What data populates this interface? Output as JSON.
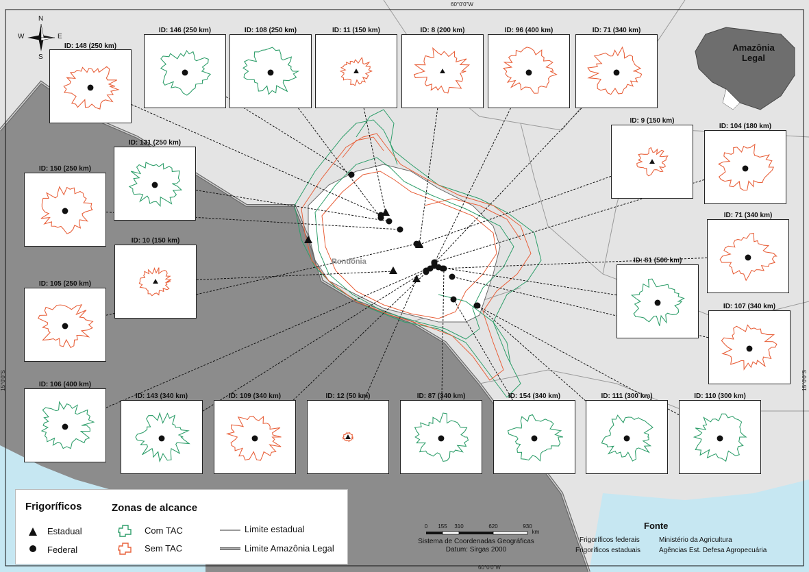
{
  "coordinates": {
    "top": "60°0'0\"W",
    "bottom": "60°0'0\"W",
    "left": "15°0'0\"S",
    "right": "15°0'0\"S"
  },
  "compass": {
    "n": "N",
    "s": "S",
    "e": "E",
    "w": "W"
  },
  "overview": {
    "label": "Amazônia Legal"
  },
  "state_label": "Rondônia",
  "colors": {
    "com_tac": "#2e9e6a",
    "sem_tac": "#e8603a",
    "outside_gray": "#8c8c8c",
    "neighbor_gray": "#b8b8b8",
    "land_light": "#e4e4e4",
    "water": "#c6e7f2"
  },
  "insets": [
    {
      "label": "ID: 148 (250 km)",
      "tac": "sem",
      "facility": "federal"
    },
    {
      "label": "ID: 146 (250 km)",
      "tac": "com",
      "facility": "federal"
    },
    {
      "label": "ID: 108 (250 km)",
      "tac": "com",
      "facility": "federal"
    },
    {
      "label": "ID: 11 (150 km)",
      "tac": "sem",
      "facility": "estadual"
    },
    {
      "label": "ID: 8 (200 km)",
      "tac": "sem",
      "facility": "estadual"
    },
    {
      "label": "ID: 96 (400 km)",
      "tac": "sem",
      "facility": "federal"
    },
    {
      "label": "ID: 71 (340 km)",
      "tac": "sem",
      "facility": "federal"
    },
    {
      "label": "ID: 131 (250 km)",
      "tac": "com",
      "facility": "federal"
    },
    {
      "label": "ID: 150 (250 km)",
      "tac": "sem",
      "facility": "federal"
    },
    {
      "label": "ID: 10 (150 km)",
      "tac": "sem",
      "facility": "estadual"
    },
    {
      "label": "ID: 105 (250 km)",
      "tac": "sem",
      "facility": "federal"
    },
    {
      "label": "ID: 106 (400 km)",
      "tac": "com",
      "facility": "federal"
    },
    {
      "label": "ID: 143 (340 km)",
      "tac": "com",
      "facility": "federal"
    },
    {
      "label": "ID: 109 (340 km)",
      "tac": "sem",
      "facility": "federal"
    },
    {
      "label": "ID: 12 (50 km)",
      "tac": "sem",
      "facility": "estadual"
    },
    {
      "label": "ID: 87 (340 km)",
      "tac": "com",
      "facility": "federal"
    },
    {
      "label": "ID: 154 (340 km)",
      "tac": "com",
      "facility": "federal"
    },
    {
      "label": "ID: 111 (300 km)",
      "tac": "com",
      "facility": "federal"
    },
    {
      "label": "ID: 110 (300 km)",
      "tac": "com",
      "facility": "federal"
    },
    {
      "label": "ID: 9 (150 km)",
      "tac": "sem",
      "facility": "estadual"
    },
    {
      "label": "ID: 104 (180 km)",
      "tac": "sem",
      "facility": "federal"
    },
    {
      "label": "ID: 71 (340 km)",
      "tac": "sem",
      "facility": "federal"
    },
    {
      "label": "ID: 81 (500 km)",
      "tac": "com",
      "facility": "federal"
    },
    {
      "label": "ID: 107 (340 km)",
      "tac": "sem",
      "facility": "federal"
    }
  ],
  "legend": {
    "frigorificos_title": "Frigoríficos",
    "estadual": "Estadual",
    "federal": "Federal",
    "zonas_title": "Zonas de alcance",
    "com_tac": "Com TAC",
    "sem_tac": "Sem TAC",
    "limite_estadual": "Limite estadual",
    "limite_amazonia": "Limite Amazônia Legal"
  },
  "scale": {
    "ticks": [
      "0",
      "155",
      "310",
      "620",
      "930"
    ],
    "unit": "km",
    "system": "Sistema de Coordenadas Geográficas",
    "datum": "Datum: Sirgas 2000"
  },
  "fonte": {
    "title": "Fonte",
    "rows": [
      {
        "key": "Frigoríficos federais",
        "value": "Ministério da Agricultura"
      },
      {
        "key": "Frigoríficos estaduais",
        "value": "Agências Est. Defesa Agropecuária"
      }
    ]
  }
}
